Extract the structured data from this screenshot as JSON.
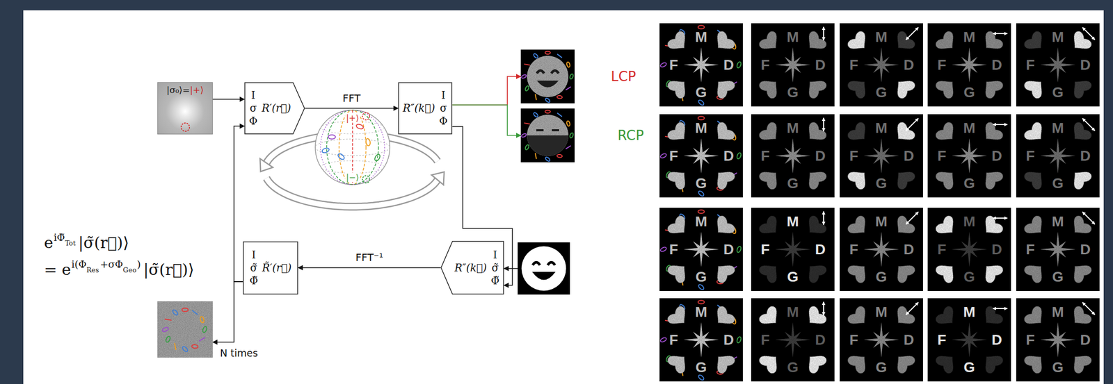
{
  "diagram": {
    "nodes": [
      {
        "text": [
          "|σ₀⟩=",
          "|+⟩"
        ]
      },
      {
        "text": [
          "I",
          "σ",
          "Φ",
          "R′(r⃗)"
        ]
      },
      {
        "text": [
          "R″(k⃗)",
          "I",
          "σ",
          "Φ"
        ]
      },
      {
        "text": [
          "LCP"
        ]
      },
      {
        "text": [
          "RCP"
        ]
      },
      {
        "text": [
          "I",
          "σ̃",
          "Φ̃",
          "R̃′(r⃗)"
        ]
      },
      {
        "text": [
          "R″(k⃗)",
          "I",
          "σ̃",
          "Φ̃"
        ]
      },
      {
        "text": []
      },
      {
        "text": [
          "N times"
        ]
      },
      {
        "text": [
          "M",
          "F",
          "D",
          "G"
        ]
      },
      {
        "text": [
          "M",
          "F",
          "D",
          "G"
        ]
      },
      {
        "text": [
          "M",
          "F",
          "D",
          "G"
        ]
      },
      {
        "text": [
          "M",
          "F",
          "D",
          "G"
        ]
      },
      {
        "text": [
          "M",
          "F",
          "D",
          "G"
        ]
      },
      {
        "text": [
          "M",
          "F",
          "D",
          "G"
        ]
      },
      {
        "text": [
          "M",
          "F",
          "D",
          "G"
        ]
      },
      {
        "text": [
          "M",
          "F",
          "D",
          "G"
        ]
      },
      {
        "text": [
          "M",
          "F",
          "D",
          "G"
        ]
      },
      {
        "text": [
          "M",
          "F",
          "D",
          "G"
        ]
      },
      {
        "text": [
          "M",
          "F",
          "D",
          "G"
        ]
      },
      {
        "text": [
          "M",
          "F",
          "D",
          "G"
        ]
      },
      {
        "text": [
          "M",
          "F",
          "D",
          "G"
        ]
      },
      {
        "text": [
          "M",
          "F",
          "D",
          "G"
        ]
      },
      {
        "text": [
          "M",
          "F",
          "D",
          "G"
        ]
      },
      {
        "text": [
          "M",
          "F",
          "D",
          "G"
        ]
      },
      {
        "text": [
          "M",
          "F",
          "D",
          "G"
        ]
      },
      {
        "text": [
          "M",
          "F",
          "D",
          "G"
        ]
      },
      {
        "text": [
          "M",
          "F",
          "D",
          "G"
        ]
      },
      {
        "text": [
          "M",
          "F",
          "D",
          "G"
        ]
      }
    ],
    "edges": [
      {
        "from": 0,
        "to": 1,
        "arrow": "to"
      },
      {
        "from": 1,
        "to": 2,
        "label": "FFT",
        "arrow": "to"
      },
      {
        "from": 2,
        "to": 3,
        "arrow": "to"
      },
      {
        "from": 2,
        "to": 4,
        "arrow": "to"
      },
      {
        "from": 2,
        "to": 6,
        "arrow": "to"
      },
      {
        "from": 7,
        "to": 6,
        "arrow": "to"
      },
      {
        "from": 6,
        "to": 5,
        "label": "FFT⁻¹",
        "arrow": "to"
      },
      {
        "from": 5,
        "to": 1,
        "arrow": "to"
      },
      {
        "from": 5,
        "to": 8,
        "arrow": "to"
      }
    ],
    "labels": [
      "e",
      "iΦ̃",
      "Tot",
      "|σ̃(r⃗)⟩",
      "=",
      "e",
      "i(Φ",
      "Res",
      "+σΦ",
      "Geo",
      ")",
      "|σ̃(r⃗)⟩",
      "|+⟩",
      "|−⟩"
    ]
  }
}
